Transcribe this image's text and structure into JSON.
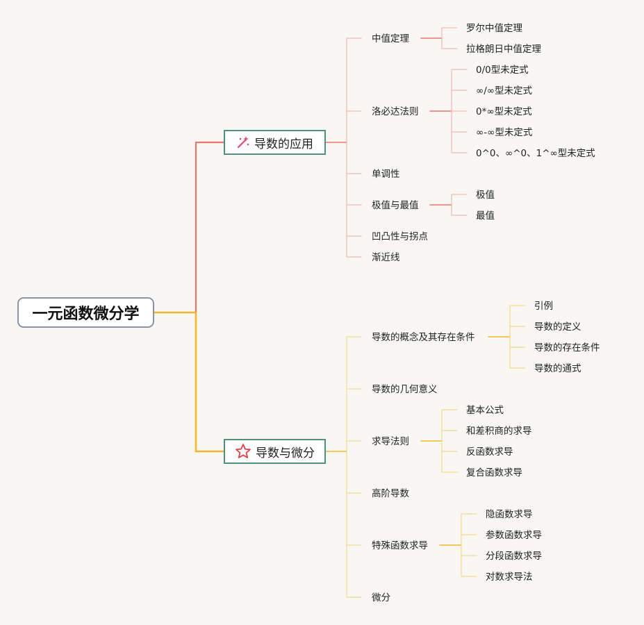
{
  "root": {
    "label": "一元函数微分学"
  },
  "branches": [
    {
      "label": "导数的应用",
      "icon": "magic-wand-icon",
      "color": "#e8766a",
      "light": "#f3b8ae",
      "children": [
        {
          "label": "中值定理",
          "children": [
            "罗尔中值定理",
            "拉格朗日中值定理"
          ]
        },
        {
          "label": "洛必达法则",
          "children": [
            "0/0型未定式",
            "∞/∞型未定式",
            "0*∞型未定式",
            "∞-∞型未定式",
            "0^0、∞^0、1^∞型未定式"
          ]
        },
        {
          "label": "单调性"
        },
        {
          "label": "极值与最值",
          "children": [
            "极值",
            "最值"
          ]
        },
        {
          "label": "凹凸性与拐点"
        },
        {
          "label": "渐近线"
        }
      ]
    },
    {
      "label": "导数与微分",
      "icon": "star-icon",
      "color": "#f5b52b",
      "light": "#f7d98a",
      "children": [
        {
          "label": "导数的概念及其存在条件",
          "children": [
            "引例",
            "导数的定义",
            "导数的存在条件",
            "导数的通式"
          ]
        },
        {
          "label": "导数的几何意义"
        },
        {
          "label": "求导法则",
          "children": [
            "基本公式",
            "和差积商的求导",
            "反函数求导",
            "复合函数求导"
          ]
        },
        {
          "label": "高阶导数"
        },
        {
          "label": "特殊函数求导",
          "children": [
            "隐函数求导",
            "参数函数求导",
            "分段函数求导",
            "对数求导法"
          ]
        },
        {
          "label": "微分"
        }
      ]
    }
  ]
}
